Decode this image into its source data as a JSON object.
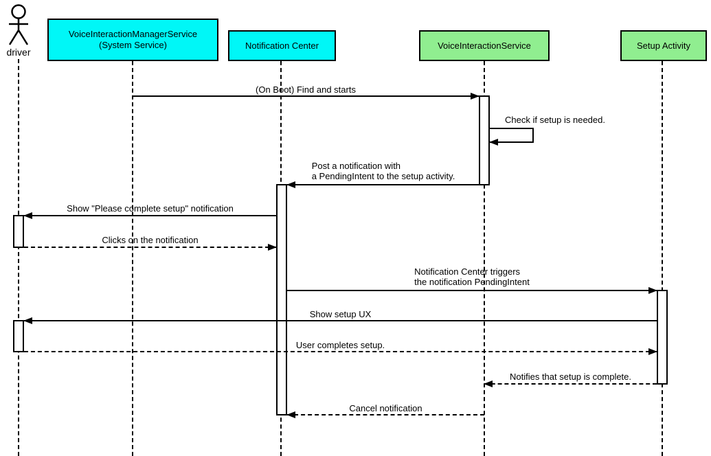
{
  "colors": {
    "participant_cyan": "#00f7f7",
    "participant_green": "#90ee90",
    "line_black": "#000000",
    "background_white": "#ffffff"
  },
  "actor": {
    "label": "driver"
  },
  "participants": [
    {
      "label": "VoiceInteractionManagerService\n(System Service)",
      "color": "cyan"
    },
    {
      "label": "Notification Center",
      "color": "cyan"
    },
    {
      "label": "VoiceInteractionService",
      "color": "green"
    },
    {
      "label": "Setup Activity",
      "color": "green"
    }
  ],
  "messages": [
    {
      "label": "(On Boot) Find and starts",
      "from": "VoiceInteractionManagerService (System Service)",
      "to": "VoiceInteractionService",
      "line": "solid"
    },
    {
      "label": "Check if setup is needed.",
      "from": "VoiceInteractionService",
      "to": "VoiceInteractionService",
      "line": "solid-self"
    },
    {
      "label": "Post a notification with\na PendingIntent to the setup activity.",
      "from": "VoiceInteractionService",
      "to": "Notification Center",
      "line": "solid"
    },
    {
      "label": "Show \"Please complete setup\" notification",
      "from": "Notification Center",
      "to": "driver",
      "line": "solid"
    },
    {
      "label": "Clicks on the notification",
      "from": "driver",
      "to": "Notification Center",
      "line": "dashed"
    },
    {
      "label": "Notification Center triggers\nthe notification PendingIntent",
      "from": "Notification Center",
      "to": "Setup Activity",
      "line": "solid"
    },
    {
      "label": "Show setup UX",
      "from": "Setup Activity",
      "to": "driver",
      "line": "solid"
    },
    {
      "label": "User completes setup.",
      "from": "driver",
      "to": "Setup Activity",
      "line": "dashed"
    },
    {
      "label": "Notifies that setup is complete.",
      "from": "Setup Activity",
      "to": "VoiceInteractionService",
      "line": "dashed"
    },
    {
      "label": "Cancel notification",
      "from": "VoiceInteractionService",
      "to": "Notification Center",
      "line": "dashed"
    }
  ]
}
